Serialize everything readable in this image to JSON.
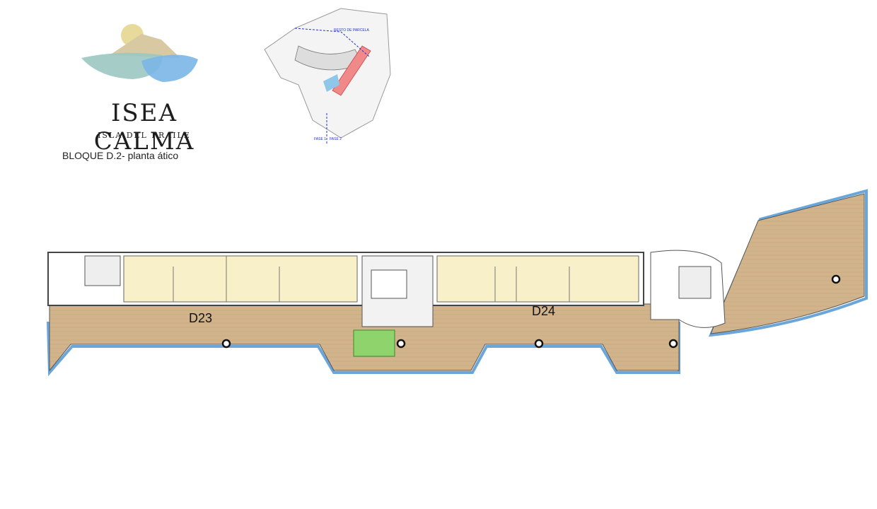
{
  "brand": {
    "title": "ISEA CALMA",
    "subtitle": "ISLA DEL FRAILE"
  },
  "block_label": "BLOQUE D.2- planta ático",
  "site_plan": {
    "label_top": "RESTO DE PARCELA",
    "label_phase1": "FASE 1",
    "label_phase2": "FASE 2"
  },
  "units": [
    {
      "id": "D23"
    },
    {
      "id": "D24"
    }
  ],
  "colors": {
    "terrace": "#d2b48c",
    "interior": "#f8f0c8",
    "garden": "#8fd36d",
    "water_edge": "#6aa6d9",
    "wall": "#4d4d4d",
    "highlight": "#f08a8a"
  }
}
